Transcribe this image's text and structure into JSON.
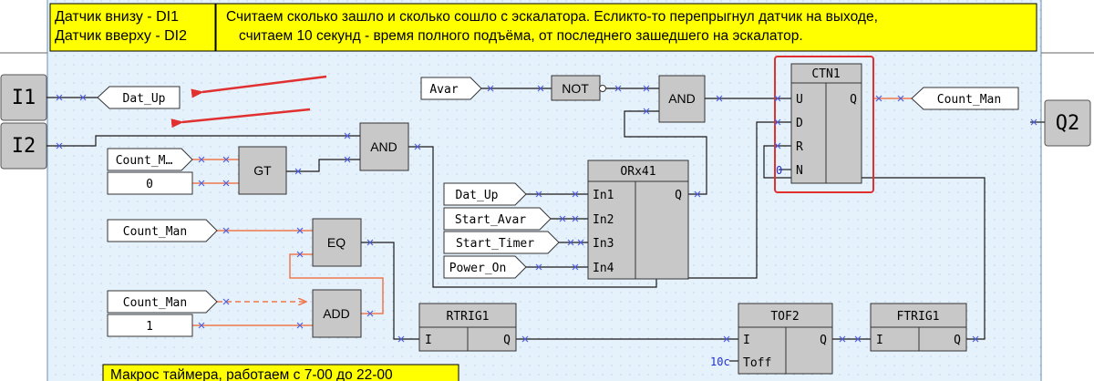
{
  "notes": {
    "left_line1": "Датчик внизу  -  DI1",
    "left_line2": "Датчик вверху  -  DI2",
    "right_line1": "Считаем  сколько зашло и сколько сошло с эскалатора.  Есликто-то перепрыгнул датчик на  выходе,",
    "right_line2": "считаем  10 секунд  -  время полного подъёма,  от последнего зашедшего на эскалатор.",
    "bottom_note": "Макрос таймера, работаем  с 7-00  до  22-00"
  },
  "io": {
    "in1": "I1",
    "in2": "I2",
    "out2": "Q2"
  },
  "tags": {
    "dat_up_top": "Dat_Up",
    "avar": "Avar",
    "count_man_out": "Count_Man",
    "count_m_trunc": "Count_M…",
    "const_zero": "0",
    "dat_up_or": "Dat_Up",
    "start_avar": "Start_Avar",
    "start_timer": "Start_Timer",
    "power_on": "Power_On",
    "count_man_eq": "Count_Man",
    "count_man_add": "Count_Man",
    "const_one": "1"
  },
  "blocks": {
    "not": "NOT",
    "and1": "AND",
    "and2": "AND",
    "gt": "GT",
    "eq": "EQ",
    "add": "ADD",
    "ctn": {
      "title": "CTN1",
      "u": "U",
      "d": "D",
      "r": "R",
      "n": "N",
      "q": "Q",
      "preset": "0"
    },
    "or": {
      "title": "ORx41",
      "in1": "In1",
      "in2": "In2",
      "in3": "In3",
      "in4": "In4",
      "q": "Q"
    },
    "rtrig": {
      "title": "RTRIG1",
      "i": "I",
      "q": "Q"
    },
    "tof": {
      "title": "TOF2",
      "i": "I",
      "toff": "Toff",
      "q": "Q",
      "preset": "10c"
    },
    "ftrig": {
      "title": "FTRIG1",
      "i": "I",
      "q": "Q"
    }
  },
  "colors": {
    "canvas": "#e5f1fb",
    "note_bg": "#ffff00",
    "block": "#c8c8c8",
    "wire": "#1a1a1a",
    "wire_active": "#f07850",
    "annotation_red": "#e03030",
    "cross_marker": "#5060e0"
  }
}
